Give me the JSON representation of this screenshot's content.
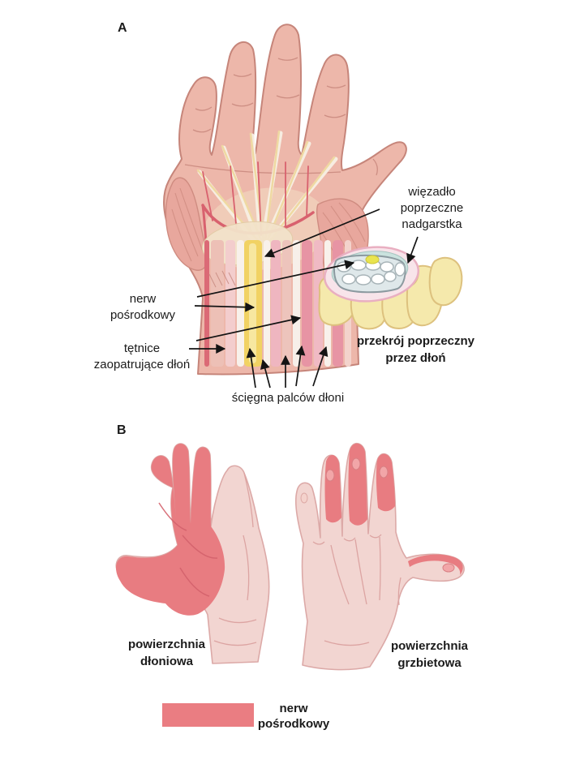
{
  "figure": {
    "panel_a": {
      "label": "A",
      "annotations": {
        "ligament": "więzadło\npoprzeczne\nnadgarstka",
        "median_nerve": "nerw\npośrodkowy",
        "arteries": "tętnice\nzaopatrujące dłoń",
        "tendons": "ścięgna palców dłoni"
      },
      "caption": "przekrój poprzeczny\nprzez dłoń"
    },
    "panel_b": {
      "label": "B",
      "palmar_caption": "powierzchnia\ndłoniowa",
      "dorsal_caption": "powierzchnia\ngrzbietowa",
      "legend": {
        "label": "nerw\npośrodkowy",
        "color": "#ea7d82"
      }
    },
    "colors": {
      "background": "#ffffff",
      "skin": "#edb7aa",
      "skin_outline": "#c6857a",
      "muscle_pink": "#e8a79d",
      "median_nerve_yellow": "#f1d263",
      "artery_red": "#d8616e",
      "tendon_pink": "#ef94a4",
      "tendon_white": "#f8f1eb",
      "bone_yellow": "#f5e9ac",
      "carpal_tunnel_teal": "#cae2de",
      "nerve_dot_yellow": "#e9e44f",
      "hand_base_light": "#f2d5d1",
      "innervation_red": "#e87c81",
      "text": "#1b1b1b"
    }
  }
}
